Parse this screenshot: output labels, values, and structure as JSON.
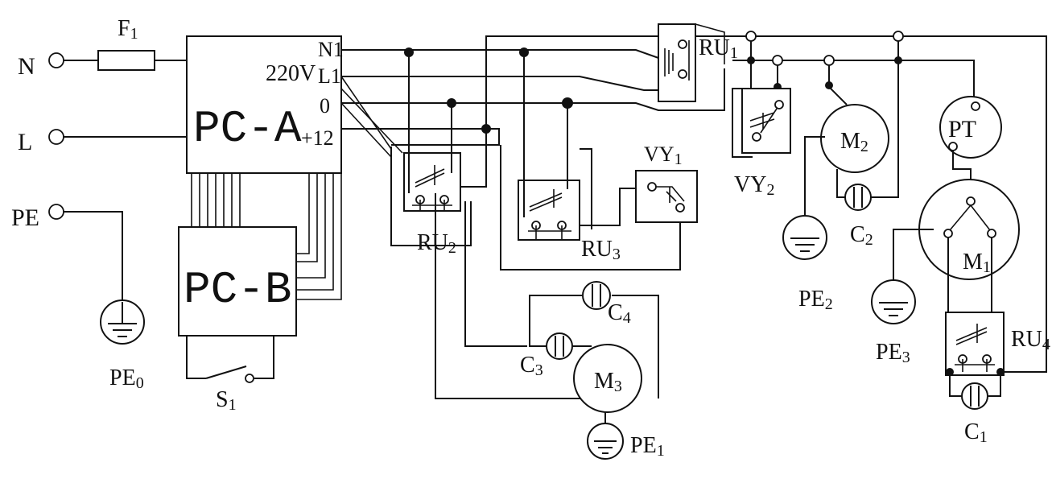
{
  "terminals": {
    "n": "N",
    "l": "L",
    "pe": "PE"
  },
  "fuse": {
    "base": "F",
    "sub": "1"
  },
  "pca": {
    "title": "PC-A",
    "voltage": "220V",
    "pin_n": "N1",
    "pin_l": "L1",
    "pin_0": "0",
    "pin_12": "+12"
  },
  "pcb": {
    "title": "PC-B"
  },
  "switch_s1": {
    "base": "S",
    "sub": "1"
  },
  "grounds": {
    "pe0": {
      "base": "PE",
      "sub": "0"
    },
    "pe1": {
      "base": "PE",
      "sub": "1"
    },
    "pe2": {
      "base": "PE",
      "sub": "2"
    },
    "pe3": {
      "base": "PE",
      "sub": "3"
    }
  },
  "relays": {
    "ru1": {
      "base": "RU",
      "sub": "1"
    },
    "ru2": {
      "base": "RU",
      "sub": "2"
    },
    "ru3": {
      "base": "RU",
      "sub": "3"
    },
    "ru4": {
      "base": "RU",
      "sub": "4"
    }
  },
  "valves": {
    "vy1": {
      "base": "VY",
      "sub": "1"
    },
    "vy2": {
      "base": "VY",
      "sub": "2"
    }
  },
  "capacitors": {
    "c1": {
      "base": "C",
      "sub": "1"
    },
    "c2": {
      "base": "C",
      "sub": "2"
    },
    "c3": {
      "base": "C",
      "sub": "3"
    },
    "c4": {
      "base": "C",
      "sub": "4"
    }
  },
  "motors": {
    "m1": {
      "base": "M",
      "sub": "1"
    },
    "m2": {
      "base": "M",
      "sub": "2"
    },
    "m3": {
      "base": "M",
      "sub": "3"
    }
  },
  "ptc": {
    "label": "PT"
  }
}
